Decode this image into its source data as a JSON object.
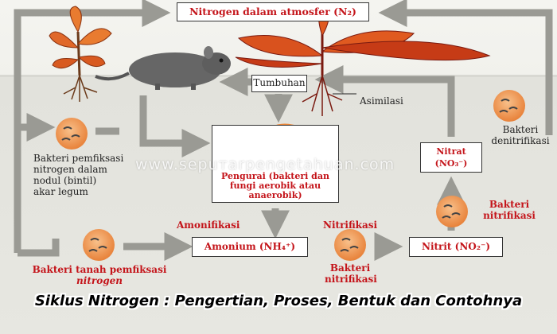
{
  "title_banner": "Siklus Nitrogen : Pengertian, Proses, Bentuk dan Contohnya",
  "watermark": "www.sepuтarpengetahuan.com",
  "nodes": {
    "nitrogen_atmosfer": "Nitrogen dalam atmosfer (N₂)",
    "tumbuhan": "Tumbuhan",
    "pengurai": [
      "Pengurai (bakteri dan",
      "fungi aerobik atau",
      "anaerobik)"
    ],
    "amonium": "Amonium (NH₄⁺)",
    "nitrit": "Nitrit (NO₂⁻)",
    "nitrat_line1": "Nitrat",
    "nitrat_line2": "(NO₃⁻)"
  },
  "labels": {
    "asimilasi": "Asimilasi",
    "bakteri_denitrifikasi": [
      "Bakteri",
      "denitrifikasi"
    ],
    "bakteri_pemfiksasi_nodul": [
      "Bakteri pemfiksasi",
      "nitrogen dalam",
      "nodul (bintil)",
      "akar legum"
    ],
    "amonifikasi": "Amonifikasi",
    "nitrifikasi": "Nitrifikasi",
    "bakteri_nitrifikasi_bottom": [
      "Bakteri",
      "nitrifikasi"
    ],
    "bakteri_nitrifikasi_right": [
      "Bakteri",
      "nitrifikasi"
    ],
    "bakteri_tanah": [
      "Bakteri tanah pemfiksasi",
      "nitrogen"
    ]
  },
  "colors": {
    "label_red": "#c4141a",
    "arrow_gray": "#9a9a94",
    "bacteria_fill": "#f2a160",
    "soil": "#e3e3dc"
  }
}
